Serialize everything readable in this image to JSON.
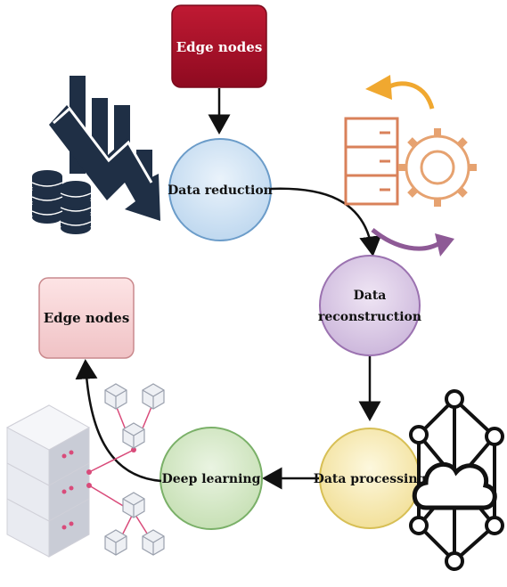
{
  "diagram": {
    "top_box": {
      "label": "Edge nodes"
    },
    "left_box": {
      "label": "Edge nodes"
    },
    "nodes": {
      "data_reduction": {
        "label": "Data reduction"
      },
      "data_reconstruction": {
        "line1": "Data",
        "line2": "reconstruction"
      },
      "data_processing": {
        "label": "Data processing"
      },
      "deep_learning": {
        "label": "Deep learning"
      }
    },
    "icons": [
      "declining-bar-chart-icon",
      "database-coins-icon",
      "server-rack-icon",
      "gear-icon",
      "circular-arrow-icon",
      "cloud-network-icon",
      "server-network-icon",
      "cube-network-icon"
    ],
    "colors": {
      "top_box": "#a8102a",
      "left_box": "#f6d0d2",
      "data_reduction": "#d2e5f6",
      "data_reconstruction": "#d9c8e5",
      "data_processing": "#f7ecb3",
      "deep_learning": "#d6e9c9",
      "icon_dark": "#1f2f45",
      "orange": "#e8a23a",
      "purple": "#8e5a96"
    }
  }
}
